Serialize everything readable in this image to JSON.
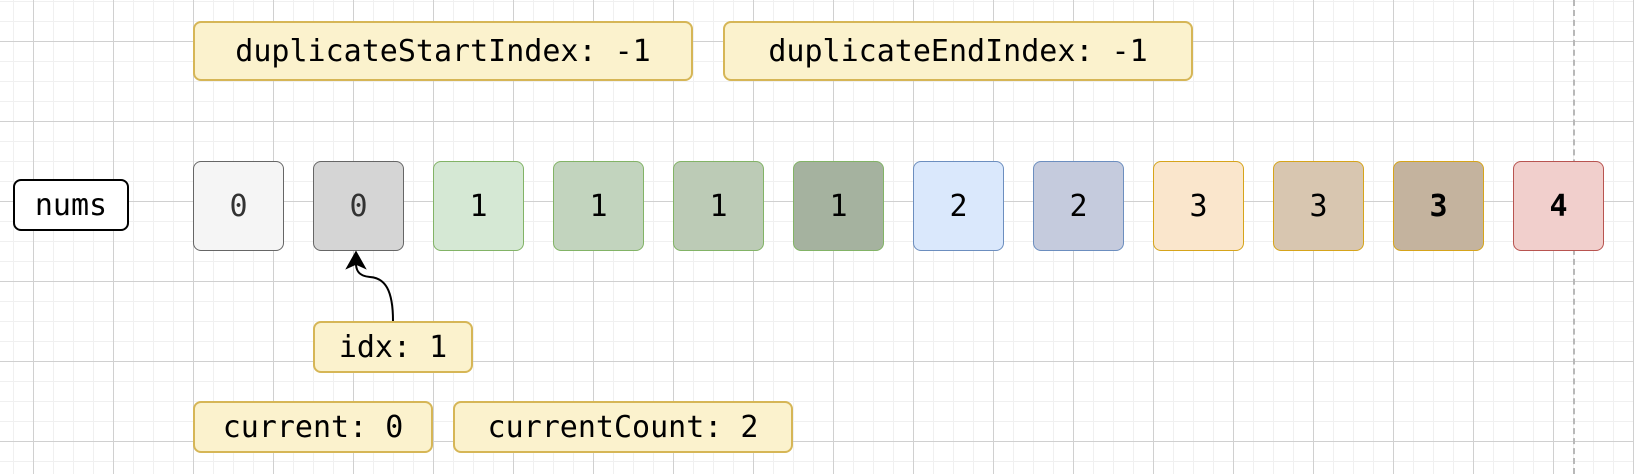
{
  "variables": {
    "duplicate_start": "duplicateStartIndex: -1",
    "duplicate_end": "duplicateEndIndex: -1",
    "idx": "idx: 1",
    "current": "current: 0",
    "current_count": "currentCount: 2"
  },
  "array": {
    "label": "nums",
    "cells": [
      {
        "value": "0",
        "fill": "#f5f5f5",
        "stroke": "#666666",
        "color": "#333333",
        "bold": false
      },
      {
        "value": "0",
        "fill": "#d5d5d5",
        "stroke": "#666666",
        "color": "#333333",
        "bold": false
      },
      {
        "value": "1",
        "fill": "#d5e8d4",
        "stroke": "#82b366",
        "color": "#000000",
        "bold": false
      },
      {
        "value": "1",
        "fill": "#c2d4be",
        "stroke": "#82b366",
        "color": "#000000",
        "bold": false
      },
      {
        "value": "1",
        "fill": "#bccbb6",
        "stroke": "#82b366",
        "color": "#000000",
        "bold": false
      },
      {
        "value": "1",
        "fill": "#a5b29f",
        "stroke": "#82b366",
        "color": "#000000",
        "bold": false
      },
      {
        "value": "2",
        "fill": "#dae8fc",
        "stroke": "#6c8ebf",
        "color": "#000000",
        "bold": false
      },
      {
        "value": "2",
        "fill": "#c5cbdd",
        "stroke": "#6c8ebf",
        "color": "#000000",
        "bold": false
      },
      {
        "value": "3",
        "fill": "#fae6cc",
        "stroke": "#d6a41a",
        "color": "#000000",
        "bold": false
      },
      {
        "value": "3",
        "fill": "#d8c6b0",
        "stroke": "#d6a41a",
        "color": "#000000",
        "bold": false
      },
      {
        "value": "3",
        "fill": "#c4b39e",
        "stroke": "#d6a41a",
        "color": "#000000",
        "bold": true
      },
      {
        "value": "4",
        "fill": "#f1cfcc",
        "stroke": "#b85450",
        "color": "#000000",
        "bold": true
      }
    ]
  },
  "pointer": {
    "target_index": 1
  }
}
